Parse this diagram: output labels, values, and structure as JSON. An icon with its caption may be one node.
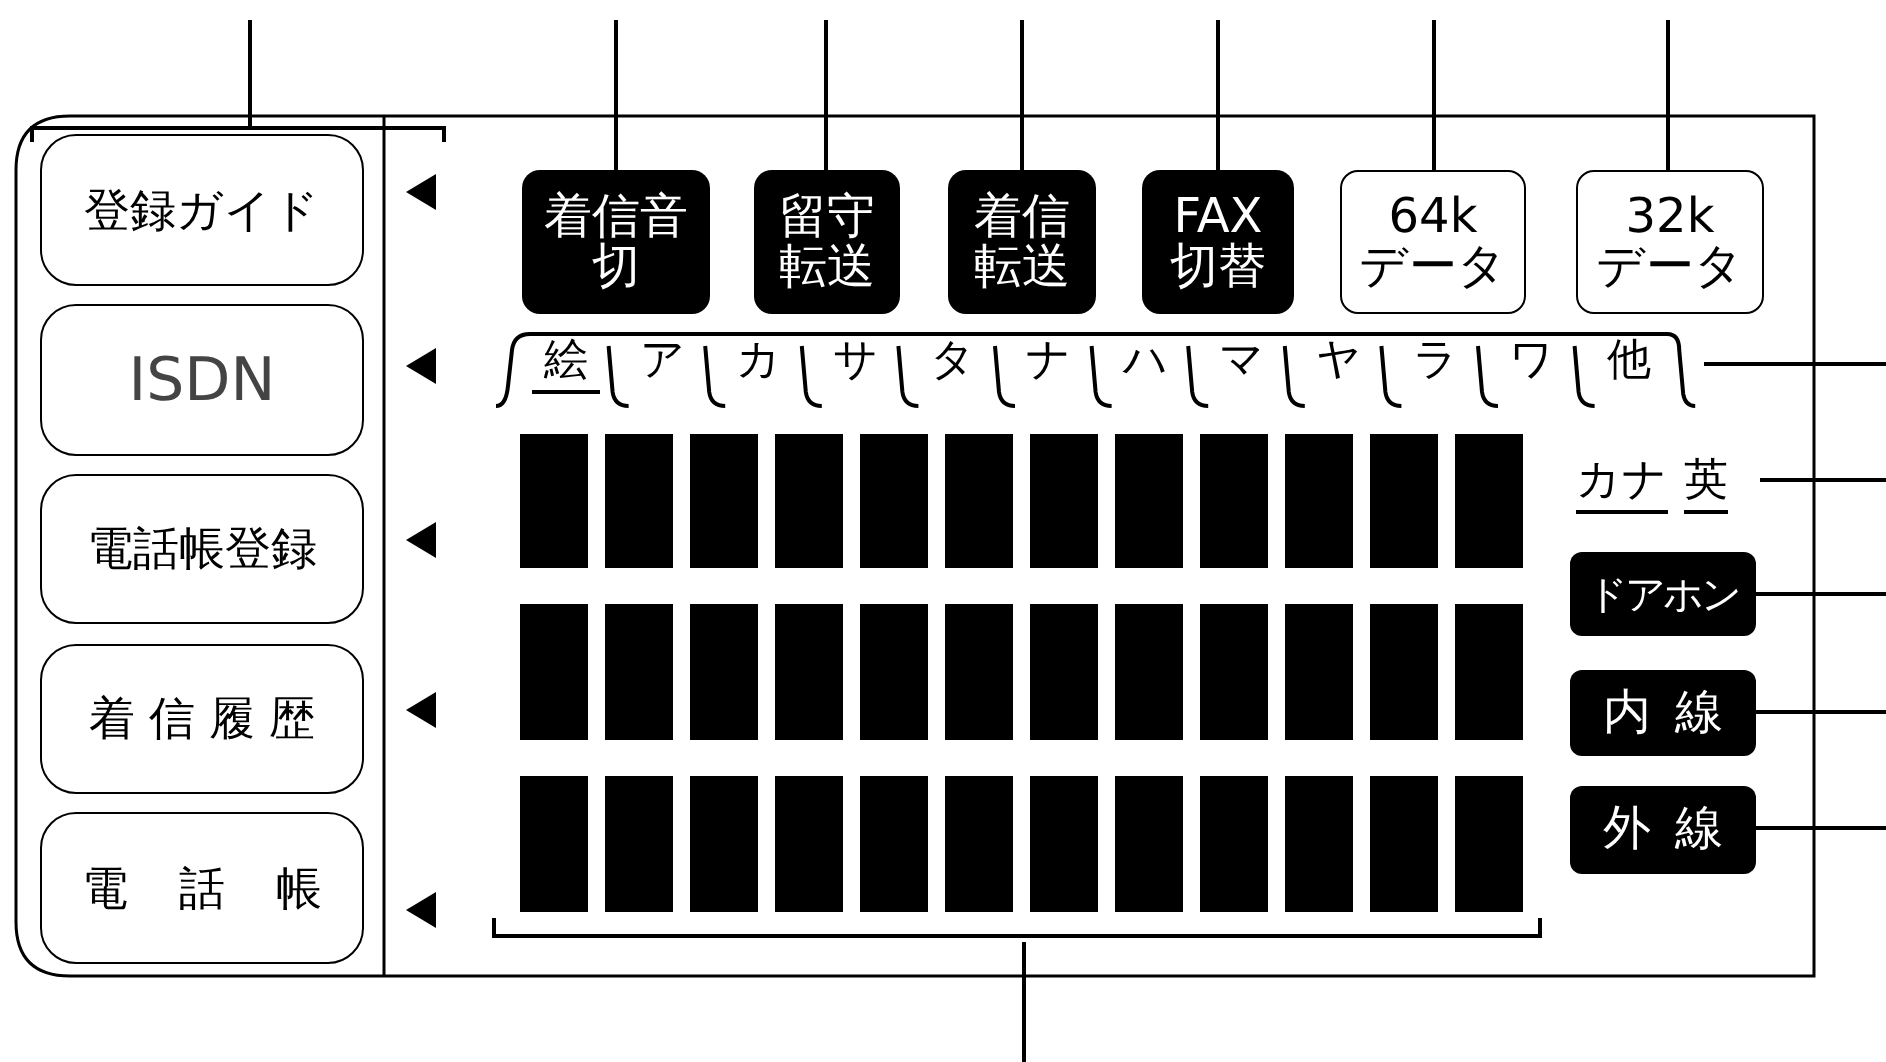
{
  "diagram": {
    "nodes": [
      {
        "text": [],
        "shape": "bracket"
      },
      {
        "text": [
          "登録ガイド"
        ],
        "in": 0
      },
      {
        "text": [
          "ISDN"
        ],
        "in": 0
      },
      {
        "text": [
          "電話帳登録"
        ],
        "in": 0
      },
      {
        "text": [
          "着信履歴"
        ],
        "in": 0
      },
      {
        "text": [
          "電話帳"
        ],
        "in": 0
      },
      {
        "text": [
          "着信音切"
        ]
      },
      {
        "text": [
          "留守転送"
        ]
      },
      {
        "text": [
          "着信転送"
        ]
      },
      {
        "text": [
          "FAX切替"
        ]
      },
      {
        "text": [
          "64kデータ"
        ]
      },
      {
        "text": [
          "32kデータ"
        ]
      },
      {
        "text": [
          "絵",
          "ア",
          "カ",
          "サ",
          "タ",
          "ナ",
          "ハ",
          "マ",
          "ヤ",
          "ラ",
          "ワ",
          "他"
        ]
      },
      {
        "text": [],
        "shape": "grid"
      },
      {
        "text": [
          "カナ",
          "英"
        ]
      },
      {
        "text": [
          "ドアホン"
        ]
      },
      {
        "text": [
          "内線"
        ]
      },
      {
        "text": [
          "外線"
        ]
      }
    ],
    "edges": [
      {
        "from": null,
        "to": 0,
        "arrow": "none"
      },
      {
        "from": null,
        "to": 6,
        "arrow": "none"
      },
      {
        "from": null,
        "to": 7,
        "arrow": "none"
      },
      {
        "from": null,
        "to": 8,
        "arrow": "none"
      },
      {
        "from": null,
        "to": 9,
        "arrow": "none"
      },
      {
        "from": null,
        "to": 10,
        "arrow": "none"
      },
      {
        "from": null,
        "to": 11,
        "arrow": "none"
      },
      {
        "from": 12,
        "to": null,
        "arrow": "none"
      },
      {
        "from": 14,
        "to": null,
        "arrow": "none"
      },
      {
        "from": 15,
        "to": null,
        "arrow": "none"
      },
      {
        "from": 16,
        "to": null,
        "arrow": "none"
      },
      {
        "from": 17,
        "to": null,
        "arrow": "none"
      },
      {
        "from": null,
        "to": 13,
        "arrow": "none"
      }
    ]
  }
}
